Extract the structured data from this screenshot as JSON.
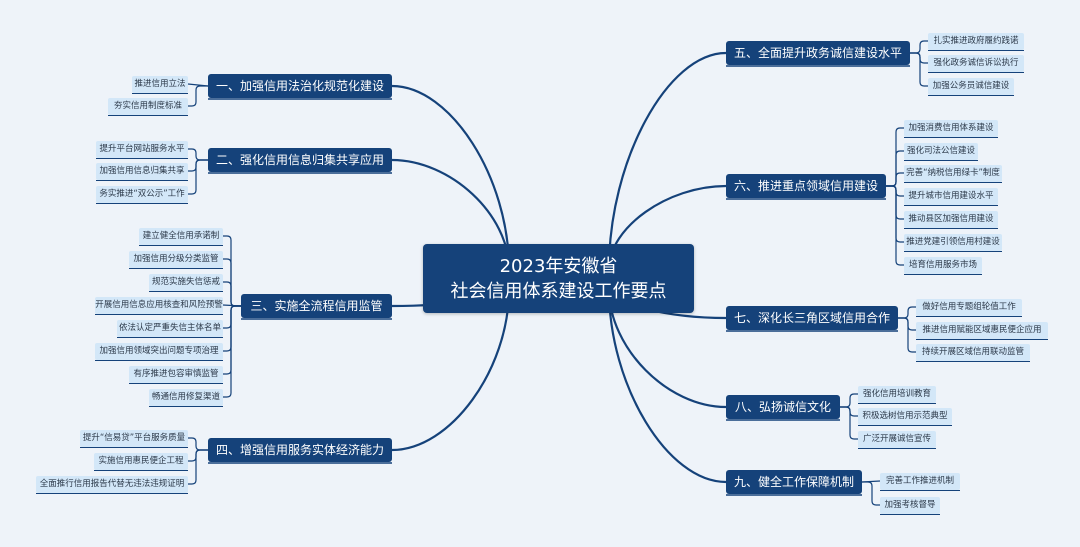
{
  "title": {
    "line1": "2023年安徽省",
    "line2": "社会信用体系建设工作要点"
  },
  "colors": {
    "background": "#eef3f9",
    "node": "#15427a",
    "leaf": "#d3e7f8",
    "line": "#15427a"
  },
  "left_branches": [
    {
      "label": "一、加强信用法治化规范化建设",
      "leaves": [
        "推进信用立法",
        "夯实信用制度标准"
      ]
    },
    {
      "label": "二、强化信用信息归集共享应用",
      "leaves": [
        "提升平台网站服务水平",
        "加强信用信息归集共享",
        "务实推进“双公示”工作"
      ]
    },
    {
      "label": "三、实施全流程信用监管",
      "leaves": [
        "建立健全信用承诺制",
        "加强信用分级分类监管",
        "规范实施失信惩戒",
        "开展信用信息应用核查和风险预警",
        "依法认定严重失信主体名单",
        "加强信用领域突出问题专项治理",
        "有序推进包容审慎监管",
        "畅通信用修复渠道"
      ]
    },
    {
      "label": "四、增强信用服务实体经济能力",
      "leaves": [
        "提升“信易贷”平台服务质量",
        "实施信用惠民便企工程",
        "全面推行信用报告代替无违法违规证明"
      ]
    }
  ],
  "right_branches": [
    {
      "label": "五、全面提升政务诚信建设水平",
      "leaves": [
        "扎实推进政府履约践诺",
        "强化政务诚信诉讼执行",
        "加强公务员诚信建设"
      ]
    },
    {
      "label": "六、推进重点领域信用建设",
      "leaves": [
        "加强消费信用体系建设",
        "强化司法公信建设",
        "完善“纳税信用绿卡”制度",
        "提升城市信用建设水平",
        "推动县区加强信用建设",
        "推进党建引领信用村建设",
        "培育信用服务市场"
      ]
    },
    {
      "label": "七、深化长三角区域信用合作",
      "leaves": [
        "做好信用专题组轮值工作",
        "推进信用赋能区域惠民便企应用",
        "持续开展区域信用联动监管"
      ]
    },
    {
      "label": "八、弘扬诚信文化",
      "leaves": [
        "强化信用培训教育",
        "积极选树信用示范典型",
        "广泛开展诚信宣传"
      ]
    },
    {
      "label": "九、健全工作保障机制",
      "leaves": [
        "完善工作推进机制",
        "加强考核督导"
      ]
    }
  ]
}
